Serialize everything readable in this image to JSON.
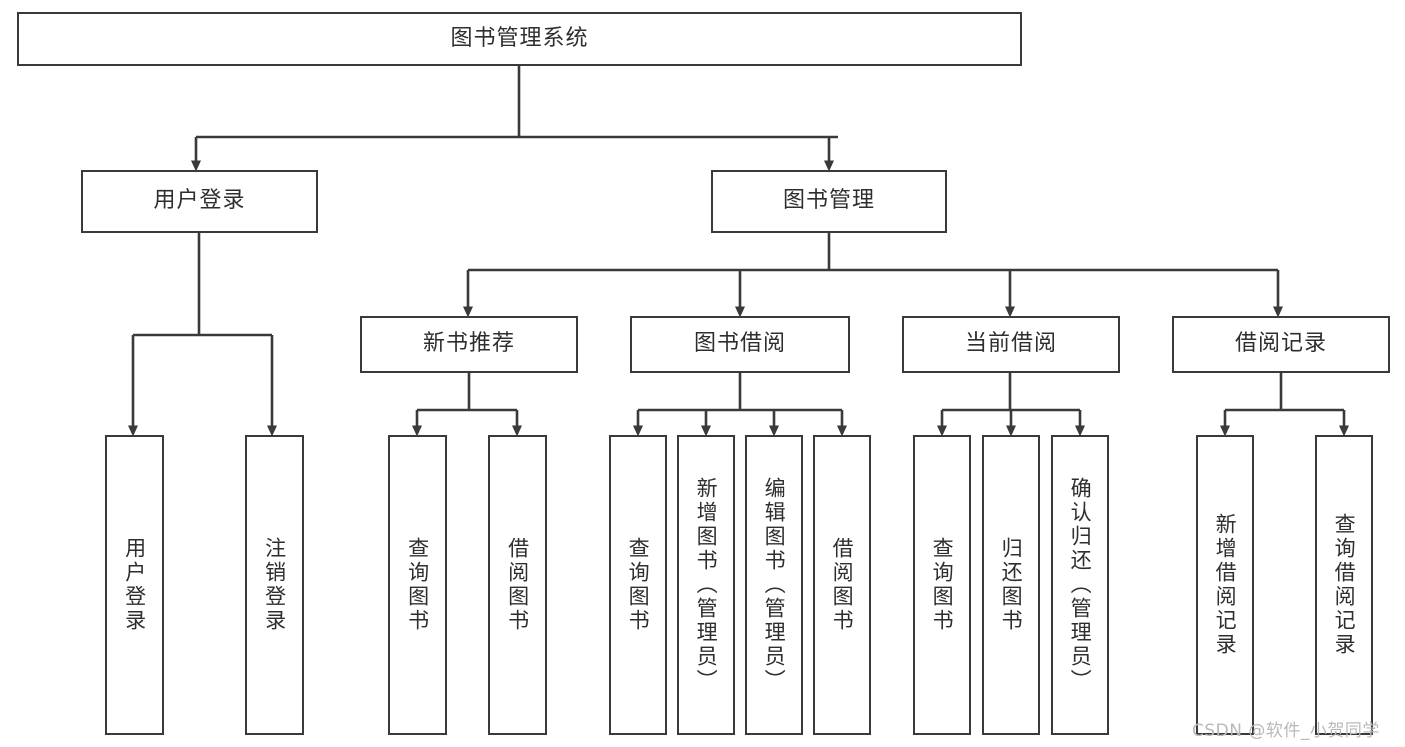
{
  "diagram": {
    "title": "图书管理系统",
    "type": "tree-hierarchy-chart",
    "root": {
      "label": "图书管理系统"
    },
    "level2": [
      {
        "label": "用户登录"
      },
      {
        "label": "图书管理"
      }
    ],
    "level3": [
      {
        "label": "新书推荐"
      },
      {
        "label": "图书借阅"
      },
      {
        "label": "当前借阅"
      },
      {
        "label": "借阅记录"
      }
    ],
    "leaves_user_login": [
      {
        "label": "用户登录"
      },
      {
        "label": "注销登录"
      }
    ],
    "leaves_new_book": [
      {
        "label": "查询图书"
      },
      {
        "label": "借阅图书"
      }
    ],
    "leaves_borrow": [
      {
        "label": "查询图书"
      },
      {
        "label": "新增图书（管理员）"
      },
      {
        "label": "编辑图书（管理员）"
      },
      {
        "label": "借阅图书"
      }
    ],
    "leaves_current": [
      {
        "label": "查询图书"
      },
      {
        "label": "归还图书"
      },
      {
        "label": "确认归还（管理员）"
      }
    ],
    "leaves_record": [
      {
        "label": "新增借阅记录"
      },
      {
        "label": "查询借阅记录"
      }
    ],
    "watermark": "CSDN @软件_小贺同学",
    "colors": {
      "stroke": "#3a3a3a",
      "text": "#2e2e2e",
      "background": "#ffffff",
      "watermark": "#b9b9b9"
    }
  }
}
